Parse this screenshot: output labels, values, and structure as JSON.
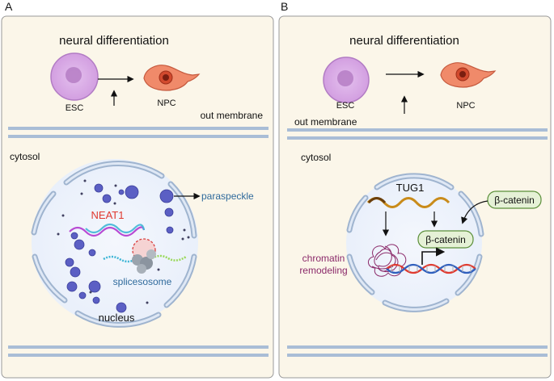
{
  "panels": {
    "a": {
      "letter": "A",
      "title": "neural differentiation",
      "esc": "ESC",
      "npc": "NPC",
      "membrane": "out membrane",
      "cytosol": "cytosol",
      "paraspeckle": "paraspeckle",
      "neat1": "NEAT1",
      "splicesosome": "splicesosome",
      "nucleus": "nucleus"
    },
    "b": {
      "letter": "B",
      "title": "neural differentiation",
      "esc": "ESC",
      "npc": "NPC",
      "membrane": "out membrane",
      "cytosol": "cytosol",
      "tug1": "TUG1",
      "beta_catenin_outer": "β-catenin",
      "beta_catenin_inner": "β-catenin",
      "chromatin_line1": "chromatin",
      "chromatin_line2": "remodeling"
    }
  },
  "colors": {
    "panel_bg": "#fbf6e9",
    "panel_border": "#9a9a9a",
    "membrane": "#a9bdd6",
    "esc_fill": "#d7a6e3",
    "npc_fill": "#f08a6a",
    "speck": "#5b5fc4",
    "neat1": "#e03a2f",
    "label_blue": "#2f6a9c",
    "chromatin": "#8b2a6a",
    "tug1": "#c98b1a",
    "catenin_fill": "#e5f1d6",
    "catenin_stroke": "#5b8f3a"
  }
}
